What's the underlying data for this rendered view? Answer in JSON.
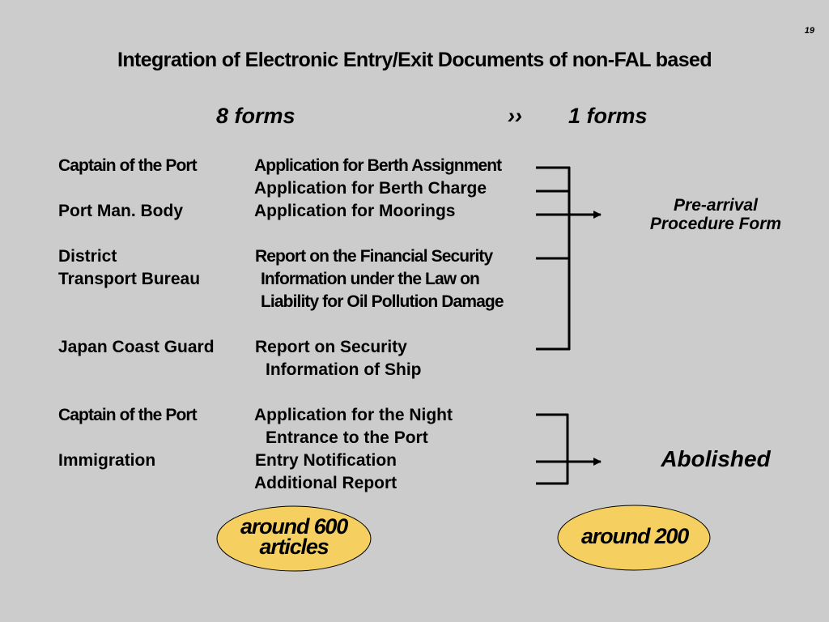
{
  "page_number": "19",
  "title": "Integration of Electronic Entry/Exit Documents of non-FAL based",
  "before_header": "8 forms",
  "arrow_glyph": "››",
  "after_header": "1 forms",
  "rows": [
    {
      "agency": "Captain of the Port",
      "form": "Application for Berth Assignment"
    },
    {
      "agency": "",
      "form": "Application for Berth Charge"
    },
    {
      "agency": "Port Man. Body",
      "form": "Application for Moorings"
    },
    {
      "agency": "District",
      "form": "Report on the Financial Security"
    },
    {
      "agency": " Transport Bureau",
      "form": "Information under the Law on"
    },
    {
      "agency": "",
      "form": "Liability for Oil Pollution Damage"
    },
    {
      "agency": "Japan Coast Guard",
      "form": "Report on Security"
    },
    {
      "agency": "",
      "form": "Information of Ship"
    },
    {
      "agency": "Captain of the Port",
      "form": "Application for the Night"
    },
    {
      "agency": "",
      "form": "Entrance to the Port"
    },
    {
      "agency": "Immigration",
      "form": "Entry Notification"
    },
    {
      "agency": "",
      "form": "Additional Report"
    }
  ],
  "result_1": {
    "line1": "Pre-arrival",
    "line2": "Procedure Form"
  },
  "result_2": "Abolished",
  "before_count": {
    "line1": "around 600",
    "line2": "articles"
  },
  "after_count": "around 200",
  "colors": {
    "background": "#cccccc",
    "ellipse_fill": "#f5d060"
  }
}
